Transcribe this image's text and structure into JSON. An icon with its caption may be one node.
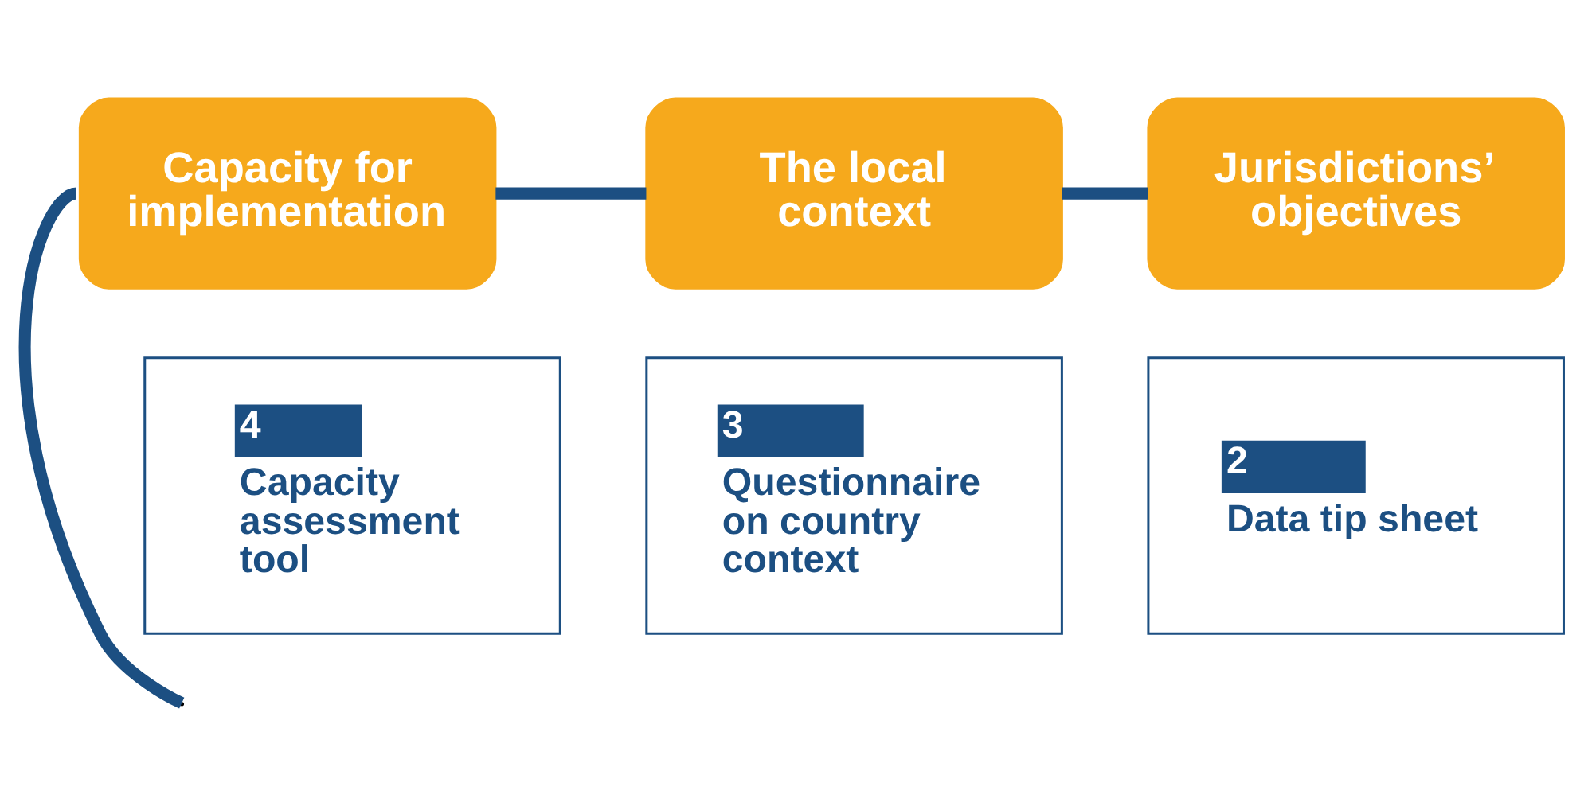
{
  "diagram": {
    "nodes": [
      {
        "text": [
          "Capacity for implementation"
        ]
      },
      {
        "text": [
          "The local context"
        ]
      },
      {
        "text": [
          "Jurisdictions’ objectives"
        ]
      },
      {
        "text": [
          "4",
          "Capacity assessment tool"
        ]
      },
      {
        "text": [
          "3",
          "Questionnaire on country context"
        ]
      },
      {
        "text": [
          "2",
          "Data tip sheet"
        ]
      }
    ],
    "edges": [
      {
        "from": 0,
        "to": 1,
        "arrow": "none"
      },
      {
        "from": 1,
        "to": 2,
        "arrow": "none"
      },
      {
        "from": 0,
        "to": null,
        "arrow": "none"
      }
    ]
  }
}
